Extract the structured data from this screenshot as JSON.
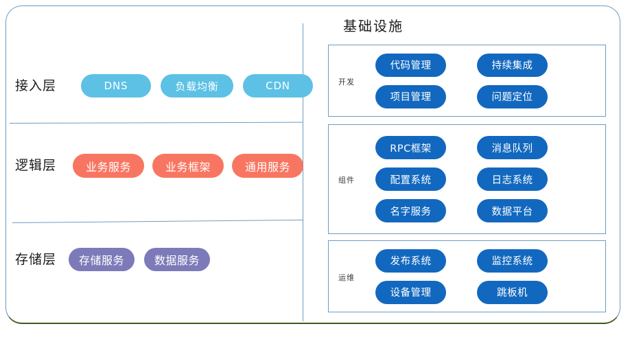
{
  "diagram": {
    "left_panel": {
      "layers": [
        {
          "id": "access",
          "label": "接入层",
          "color": "#5cc1e5",
          "items": [
            "DNS",
            "负载均衡",
            "CDN"
          ]
        },
        {
          "id": "logic",
          "label": "逻辑层",
          "color": "#f87661",
          "items": [
            "业务服务",
            "业务框架",
            "通用服务"
          ]
        },
        {
          "id": "storage",
          "label": "存储层",
          "color": "#7d7ab9",
          "items": [
            "存储服务",
            "数据服务"
          ]
        }
      ]
    },
    "right_panel": {
      "title": "基础设施",
      "pill_color": "#1268bf",
      "sections": [
        {
          "id": "dev",
          "label": "开发",
          "rows": [
            [
              "代码管理",
              "持续集成"
            ],
            [
              "项目管理",
              "问题定位"
            ]
          ]
        },
        {
          "id": "components",
          "label": "组件",
          "rows": [
            [
              "RPC框架",
              "消息队列"
            ],
            [
              "配置系统",
              "日志系统"
            ],
            [
              "名字服务",
              "数据平台"
            ]
          ]
        },
        {
          "id": "ops",
          "label": "运维",
          "rows": [
            [
              "发布系统",
              "监控系统"
            ],
            [
              "设备管理",
              "跳板机"
            ]
          ]
        }
      ]
    },
    "frame": {
      "border_color": "#6e9bc0",
      "bottom_edge_color": "#3d5a1f"
    }
  }
}
